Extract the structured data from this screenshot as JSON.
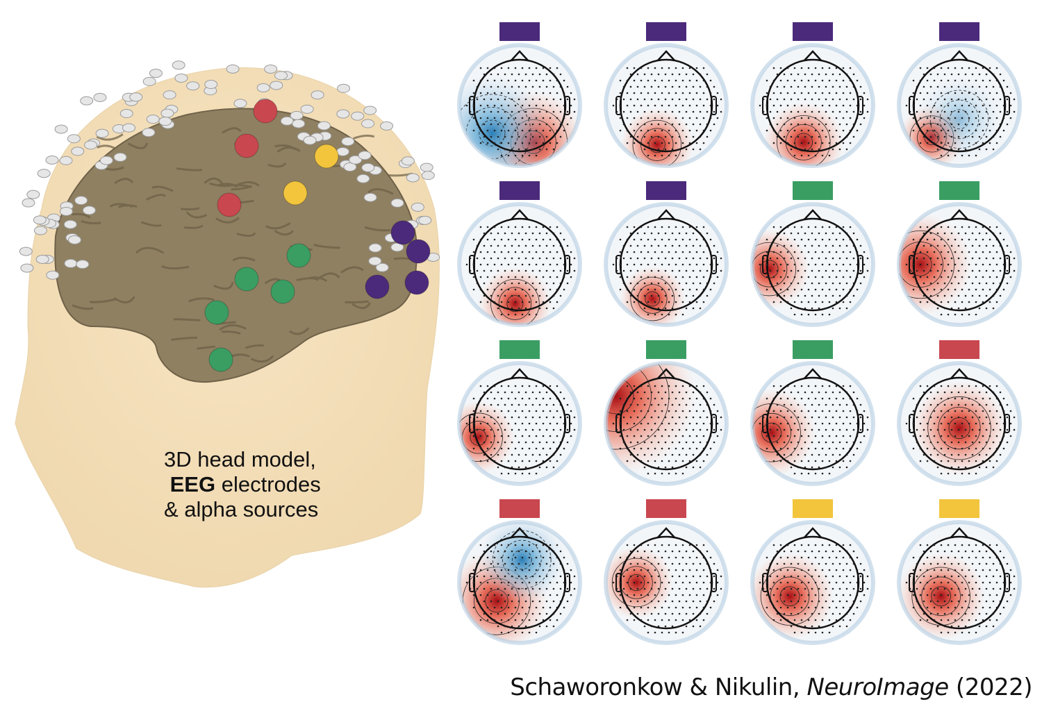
{
  "caption": {
    "line1": "3D head model,",
    "line2_bold": "EEG",
    "line2_rest": " electrodes",
    "line3": "& alpha sources"
  },
  "credit": {
    "authors": "Schaworonkow & Nikulin, ",
    "journal": "NeuroImage",
    "year": " (2022)"
  },
  "category_colors": {
    "purple": "#4b2a7b",
    "green": "#3a9e63",
    "red": "#c9474f",
    "yellow": "#f2c53d"
  },
  "topomaps": [
    {
      "category": "purple"
    },
    {
      "category": "purple"
    },
    {
      "category": "purple"
    },
    {
      "category": "purple"
    },
    {
      "category": "purple"
    },
    {
      "category": "purple"
    },
    {
      "category": "green"
    },
    {
      "category": "green"
    },
    {
      "category": "green"
    },
    {
      "category": "green"
    },
    {
      "category": "green"
    },
    {
      "category": "red"
    },
    {
      "category": "red"
    },
    {
      "category": "red"
    },
    {
      "category": "yellow"
    },
    {
      "category": "yellow"
    }
  ]
}
